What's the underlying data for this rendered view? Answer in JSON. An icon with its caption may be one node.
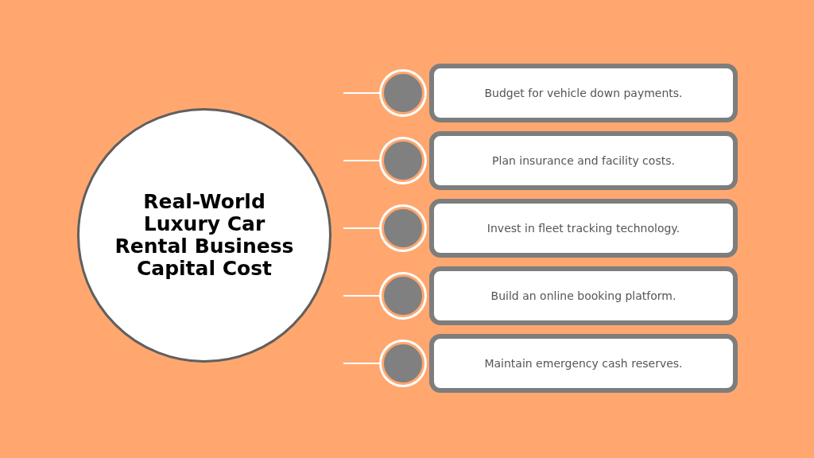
{
  "diagram": {
    "nodes": [
      {
        "text": [
          "Real-World Luxury Car Rental Business Capital Cost"
        ]
      },
      {
        "text": [],
        "shape": "circle"
      },
      {
        "text": [
          "Budget for vehicle down payments."
        ]
      },
      {
        "text": [],
        "shape": "circle"
      },
      {
        "text": [
          "Plan insurance and facility costs."
        ]
      },
      {
        "text": [],
        "shape": "circle"
      },
      {
        "text": [
          "Invest in fleet tracking technology."
        ]
      },
      {
        "text": [],
        "shape": "circle"
      },
      {
        "text": [
          "Build an online booking platform."
        ]
      },
      {
        "text": [],
        "shape": "circle"
      },
      {
        "text": [
          "Maintain emergency cash reserves."
        ]
      }
    ],
    "edges": [
      {
        "from": null,
        "to": 1,
        "arrow": "none"
      },
      {
        "from": null,
        "to": 3,
        "arrow": "none"
      },
      {
        "from": null,
        "to": 5,
        "arrow": "none"
      },
      {
        "from": null,
        "to": 7,
        "arrow": "none"
      },
      {
        "from": null,
        "to": 9,
        "arrow": "none"
      }
    ]
  }
}
